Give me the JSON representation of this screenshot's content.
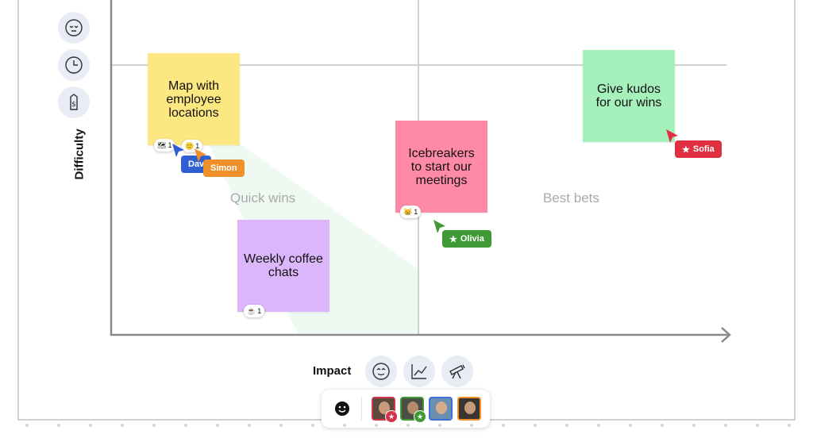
{
  "axes": {
    "y_label": "Difficulty",
    "x_label": "Impact"
  },
  "side_icons": [
    "neutral-face-icon",
    "clock-icon",
    "price-tag-icon"
  ],
  "impact_icons": [
    "smile-face-icon",
    "line-chart-icon",
    "telescope-icon"
  ],
  "quadrants": {
    "quick_wins": "Quick wins",
    "best_bets": "Best bets"
  },
  "stickies": [
    {
      "text": "Map with employee locations",
      "color": "#fde780"
    },
    {
      "text": "Icebreakers to start our meetings",
      "color": "#ff8aa7"
    },
    {
      "text": "Give kudos for our wins",
      "color": "#a6f0bb"
    },
    {
      "text": "Weekly coffee chats",
      "color": "#dcb6fb"
    }
  ],
  "reactions": {
    "map": {
      "emoji": "🗺",
      "count": "1"
    },
    "map_second": {
      "emoji": "🙂",
      "count": "1"
    },
    "icebreakers": {
      "emoji": "😸",
      "count": "1"
    },
    "coffee": {
      "emoji": "☕",
      "count": "1"
    }
  },
  "cursors": {
    "dav": {
      "name": "Dav",
      "color": "#2f5fd0"
    },
    "simon": {
      "name": "Simon",
      "color": "#f0902a"
    },
    "sofia": {
      "name": "Sofia",
      "color": "#e0303f"
    },
    "olivia": {
      "name": "Olivia",
      "color": "#3f9a35"
    }
  },
  "dock": {
    "emoji_icon": "smiley-face-icon",
    "avatars": [
      {
        "border": "#d2334b",
        "badge": "#d2334b",
        "badge_icon": "star-icon"
      },
      {
        "border": "#3f9a35",
        "badge": "#3f9a35",
        "badge_icon": "star-icon"
      },
      {
        "border": "#3b6fd9",
        "badge": "",
        "badge_icon": ""
      },
      {
        "border": "#f0902a",
        "badge": "",
        "badge_icon": ""
      }
    ]
  }
}
